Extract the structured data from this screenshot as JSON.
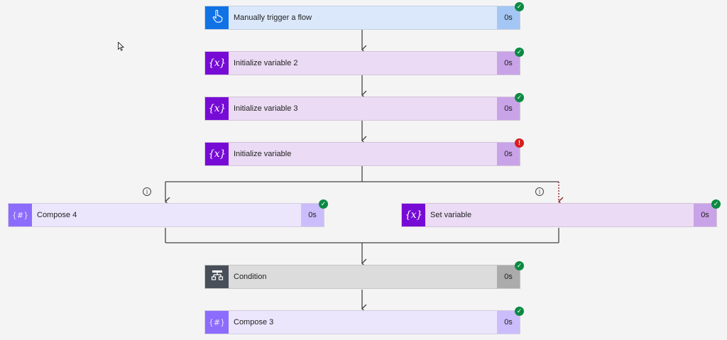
{
  "colors": {
    "background": "#f5f4f4",
    "connector": "#444444",
    "failed_connector": "#8b1a1a",
    "success": "#0b8a43",
    "error": "#d71e1e"
  },
  "steps": [
    {
      "name": "Manually trigger a flow",
      "duration": "0s",
      "type": "trigger",
      "status": "succeeded",
      "icon": "hand-pointer-icon",
      "card_bg": "#dbe8fb",
      "icon_bg": "#1172e6",
      "dur_bg": "#a4c6f4"
    },
    {
      "name": "Initialize variable 2",
      "duration": "0s",
      "type": "variable",
      "status": "succeeded",
      "icon": "variable-icon",
      "card_bg": "#ebdbf4",
      "icon_bg": "#770bd6",
      "dur_bg": "#c9a3e7"
    },
    {
      "name": "Initialize variable 3",
      "duration": "0s",
      "type": "variable",
      "status": "succeeded",
      "icon": "variable-icon",
      "card_bg": "#ebdbf4",
      "icon_bg": "#770bd6",
      "dur_bg": "#c9a3e7"
    },
    {
      "name": "Initialize variable",
      "duration": "0s",
      "type": "variable",
      "status": "failed",
      "icon": "variable-icon",
      "card_bg": "#ebdbf4",
      "icon_bg": "#770bd6",
      "dur_bg": "#c9a3e7"
    },
    {
      "name": "Compose 4",
      "duration": "0s",
      "type": "compose",
      "status": "succeeded",
      "icon": "compose-icon",
      "card_bg": "#ece6fc",
      "icon_bg": "#8c6cfc",
      "dur_bg": "#cbbdfb"
    },
    {
      "name": "Set variable",
      "duration": "0s",
      "type": "variable",
      "status": "succeeded",
      "icon": "variable-icon",
      "card_bg": "#ebdbf4",
      "icon_bg": "#770bd6",
      "dur_bg": "#c9a3e7"
    },
    {
      "name": "Condition",
      "duration": "0s",
      "type": "condition",
      "status": "succeeded",
      "icon": "condition-icon",
      "card_bg": "#dcdcdc",
      "icon_bg": "#484f58",
      "dur_bg": "#ababab"
    },
    {
      "name": "Compose 3",
      "duration": "0s",
      "type": "compose",
      "status": "succeeded",
      "icon": "compose-icon",
      "card_bg": "#ece6fc",
      "icon_bg": "#8c6cfc",
      "dur_bg": "#cbbdfb"
    }
  ],
  "glyphs": {
    "variable": "{x}",
    "compose": "{#}",
    "info": "i",
    "ok": "✓",
    "err": "!"
  }
}
